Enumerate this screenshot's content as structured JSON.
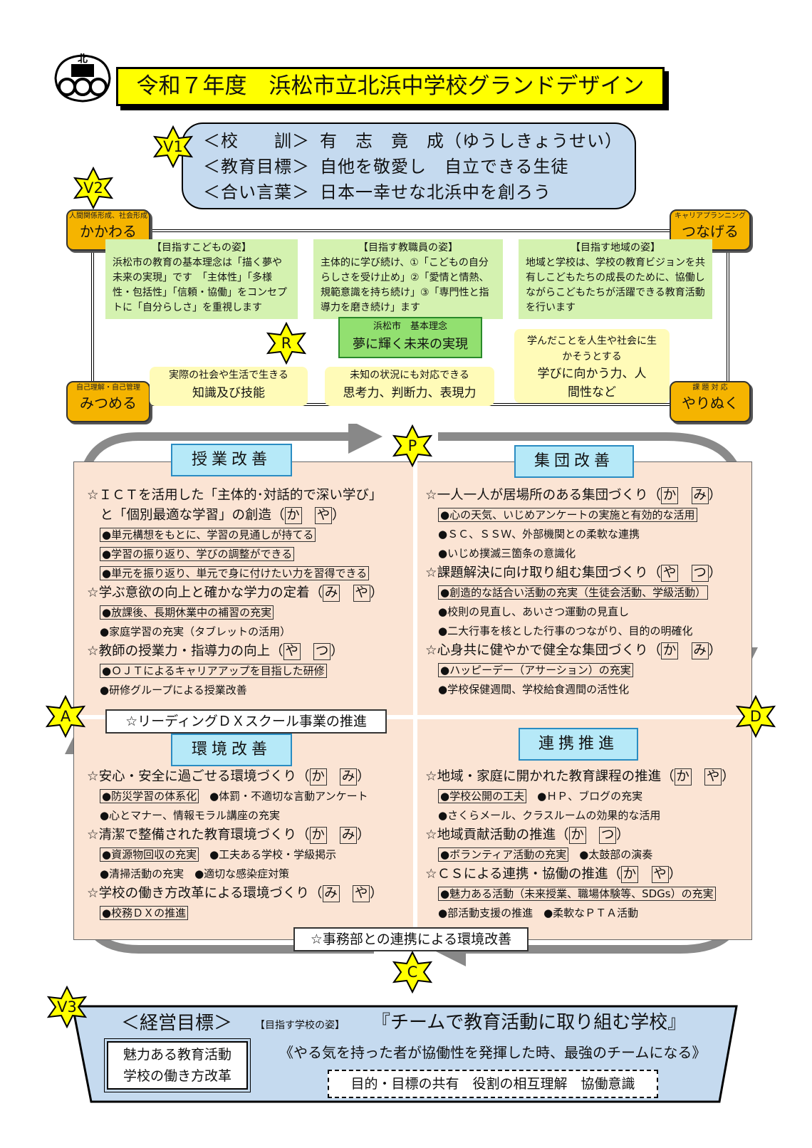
{
  "header": {
    "logo_text": "北",
    "title": "令和７年度　浜松市立北浜中学校グランドデザイン"
  },
  "motto": {
    "rows": [
      {
        "key": "＜校　　訓＞",
        "value": "有　志　竟　成（ゆうしきょうせい）"
      },
      {
        "key": "＜教育目標＞",
        "value": "自他を敬愛し　自立できる生徒"
      },
      {
        "key": "＜合い言葉＞",
        "value": "日本一幸せな北浜中を創ろう"
      }
    ]
  },
  "stars": {
    "v1": "V1",
    "v2": "V2",
    "v3": "V3",
    "r": "R",
    "p": "P",
    "d": "D",
    "c": "C",
    "a": "A"
  },
  "vision": {
    "pills": {
      "kakawaru": {
        "small": "人間関係形成、社会形成",
        "big": "かかわる"
      },
      "tsunageru": {
        "small": "キャリアプランニング",
        "big": "つなげる"
      },
      "mitsumeru": {
        "small": "自己理解・自己管理",
        "big": "みつめる"
      },
      "yarinuku": {
        "small": "課 題 対 応",
        "big": "やりぬく"
      }
    },
    "child": {
      "head": "【目指すこどもの姿】",
      "body": "浜松市の教育の基本理念は「描く夢や未来の実現」です　「主体性」「多様性・包括性」「信頼・協働」をコンセプトに「自分らしさ」を重視します"
    },
    "staff": {
      "head": "【目指す教職員の姿】",
      "body": "主体的に学び続け、①「こどもの自分らしさを受け止め」②「愛情と情熱、規範意識を持ち続け」③「専門性と指導力を磨き続け」ます"
    },
    "community": {
      "head": "【目指す地域の姿】",
      "body": "地域と学校は、学校の教育ビジョンを共有しこどもたちの成長のために、協働しながらこどもたちが活躍できる教育活動を行います"
    },
    "rinen": {
      "small": "浜松市　基本理念",
      "big": "夢に輝く未来の実現"
    },
    "abilities": [
      {
        "small": "実際の社会や生活で生きる",
        "big": "知識及び技能"
      },
      {
        "small": "未知の状況にも対応できる",
        "big": "思考力、判断力、表現力"
      },
      {
        "small": "学んだことを人生や社会に生かそうとする",
        "big": "学びに向かう力、人間性など"
      }
    ]
  },
  "sections": {
    "jugyo": {
      "title": "授業改善",
      "items": [
        {
          "text": "☆ＩＣＴを活用した「主体的･対話的で深い学び」"
        },
        {
          "text": "　と「個別最適な学習」の創造",
          "k1": "か",
          "k2": "や"
        },
        {
          "sub": "●単元構想をもとに、学習の見通しが持てる",
          "boxed": true
        },
        {
          "sub": "●学習の振り返り、学びの調整ができる",
          "boxed": true
        },
        {
          "sub": "●単元を振り返り、単元で身に付けたい力を習得できる",
          "boxed": true
        },
        {
          "text": "☆学ぶ意欲の向上と確かな学力の定着",
          "k1": "み",
          "k2": "や"
        },
        {
          "sub": "●放課後、長期休業中の補習の充実",
          "boxed": true
        },
        {
          "sub": "●家庭学習の充実（タブレットの活用）"
        },
        {
          "text": "☆教師の授業力・指導力の向上",
          "k1": "や",
          "k2": "つ"
        },
        {
          "sub": "●ＯＪＴによるキャリアアップを目指した研修",
          "boxed": true
        },
        {
          "sub": "●研修グループによる授業改善"
        }
      ]
    },
    "shudan": {
      "title": "集団改善",
      "items": [
        {
          "text": "☆一人一人が居場所のある集団づくり",
          "k1": "か",
          "k2": "み"
        },
        {
          "sub": "●心の天気、いじめアンケートの実施と有効的な活用",
          "boxed": true
        },
        {
          "sub": "●ＳＣ、ＳＳＷ、外部機関との柔軟な連携"
        },
        {
          "sub": "●いじめ撲滅三箇条の意識化"
        },
        {
          "text": "☆課題解決に向け取り組む集団づくり",
          "k1": "や",
          "k2": "つ"
        },
        {
          "sub": "●創造的な話合い活動の充実（生徒会活動、学級活動）",
          "boxed": true
        },
        {
          "sub": "●校則の見直し、あいさつ運動の見直し"
        },
        {
          "sub": "●二大行事を核とした行事のつながり、目的の明確化"
        },
        {
          "text": "☆心身共に健やかで健全な集団づくり",
          "k1": "か",
          "k2": "み"
        },
        {
          "sub": "●ハッピーデー（アサーション）の充実",
          "boxed": true
        },
        {
          "sub": "●学校保健週間、学校給食週間の活性化"
        }
      ]
    },
    "kankyo": {
      "title": "環境改善",
      "items": [
        {
          "text": "☆安心・安全に過ごせる環境づくり",
          "k1": "か",
          "k2": "み"
        },
        {
          "sub": "●防災学習の体系化",
          "boxed": true,
          "extra": "●体罰・不適切な言動アンケート"
        },
        {
          "sub": "●心とマナー、情報モラル講座の充実"
        },
        {
          "text": "☆清潔で整備された教育環境づくり",
          "k1": "か",
          "k2": "み"
        },
        {
          "sub": "●資源物回収の充実",
          "boxed": true,
          "extra": "●工夫ある学校・学級掲示"
        },
        {
          "sub": "●清掃活動の充実　●適切な感染症対策"
        },
        {
          "text": "☆学校の働き方改革による環境づくり",
          "k1": "み",
          "k2": "や"
        },
        {
          "sub": "●校務ＤＸの推進",
          "boxed": true
        }
      ]
    },
    "renkei": {
      "title": "連携推進",
      "items": [
        {
          "text": "☆地域・家庭に開かれた教育課程の推進",
          "k1": "か",
          "k2": "や"
        },
        {
          "sub": "●学校公開の工夫",
          "boxed": true,
          "extra": "●ＨＰ、ブログの充実"
        },
        {
          "sub": "●さくらメール、クラスルームの効果的な活用"
        },
        {
          "text": "☆地域貢献活動の推進",
          "k1": "か",
          "k2": "つ"
        },
        {
          "sub": "●ボランティア活動の充実",
          "boxed": true,
          "extra": "●太鼓部の演奏"
        },
        {
          "text": "☆ＣＳによる連携・協働の推進",
          "k1": "か",
          "k2": "や"
        },
        {
          "sub": "●魅力ある活動（未来授業、職場体験等、SDGs）の充実",
          "boxed": true
        },
        {
          "sub": "●部活動支援の推進　●柔軟なＰＴＡ活動"
        }
      ]
    }
  },
  "banners": {
    "dx": "☆リーディングＤＸスクール事業の推進",
    "jimu": "☆事務部との連携による環境改善"
  },
  "management": {
    "label": "＜経営目標＞",
    "school_head": "【目指す学校の姿】",
    "school_goal": "『チームで教育活動に取り組む学校』",
    "left_box": [
      "魅力ある教育活動",
      "学校の働き方改革"
    ],
    "motto": "《やる気を持った者が協働性を発揮した時、最強のチームになる》",
    "keys": "目的・目標の共有　役割の相互理解　協働意識"
  }
}
